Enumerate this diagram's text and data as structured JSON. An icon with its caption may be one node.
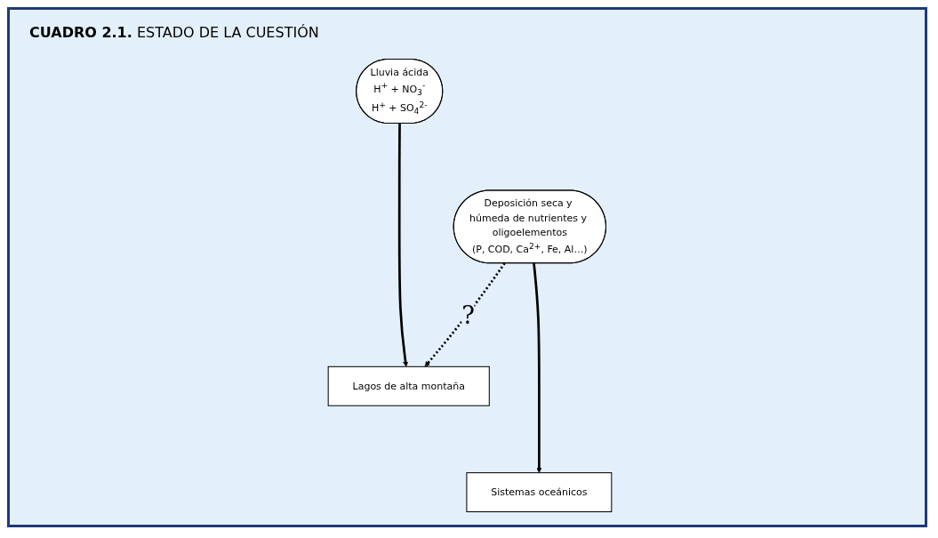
{
  "diagram": {
    "title": "**CUADRO 2.1.** ESTADO DE LA CUESTIÓN",
    "nodes": [
      {
        "text": [
          "Lluvia ácida",
          "H$^{+}$ + NO$_{3}$$^{-}$",
          "H$^{+}$ + SO$_{4}$$^{2-}$"
        ]
      },
      {
        "text": [
          "Deposición seca y húmeda de nutrientes y oligoelementos",
          "(P, COD, Ca$^{2+}$, Fe, Al…)"
        ]
      },
      {
        "text": [
          "Lagos de alta montaña"
        ]
      },
      {
        "text": [
          "Sistemas oceánicos"
        ]
      }
    ],
    "edges": [
      {
        "from": 0,
        "to": 2,
        "arrow": "to"
      },
      {
        "from": 1,
        "to": 3,
        "arrow": "to"
      },
      {
        "from": 1,
        "to": 2,
        "arrow": "to",
        "style": "dashed",
        "label": "?"
      }
    ]
  }
}
